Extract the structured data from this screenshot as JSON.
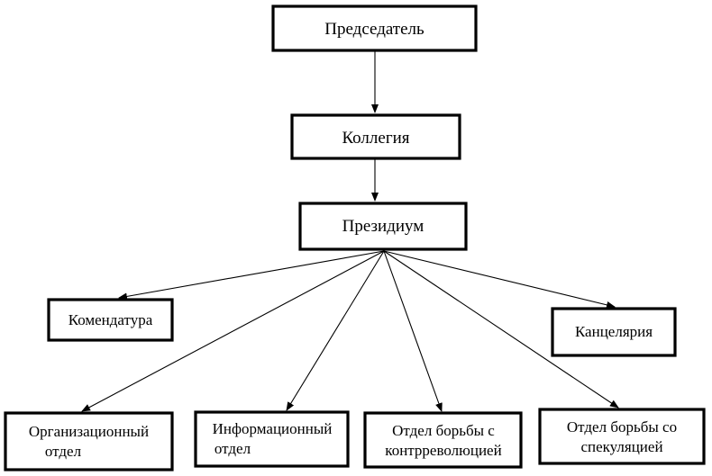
{
  "diagram": {
    "nodes": {
      "chairman": "Председатель",
      "collegium": "Коллегия",
      "presidium": "Президиум",
      "commandant": "Комендатура",
      "chancellery": "Канцелярия",
      "org_dept": [
        "Организационный",
        "отдел"
      ],
      "info_dept": [
        "Информационный",
        "отдел"
      ],
      "counterrev_dept": [
        "Отдел борьбы с",
        "контрреволюцией"
      ],
      "speculation_dept": [
        "Отдел борьбы со",
        "спекуляцией"
      ]
    },
    "edges": [
      {
        "from": "chairman",
        "to": "collegium"
      },
      {
        "from": "collegium",
        "to": "presidium"
      },
      {
        "from": "presidium",
        "to": "commandant"
      },
      {
        "from": "presidium",
        "to": "chancellery"
      },
      {
        "from": "presidium",
        "to": "org_dept"
      },
      {
        "from": "presidium",
        "to": "info_dept"
      },
      {
        "from": "presidium",
        "to": "counterrev_dept"
      },
      {
        "from": "presidium",
        "to": "speculation_dept"
      }
    ]
  }
}
